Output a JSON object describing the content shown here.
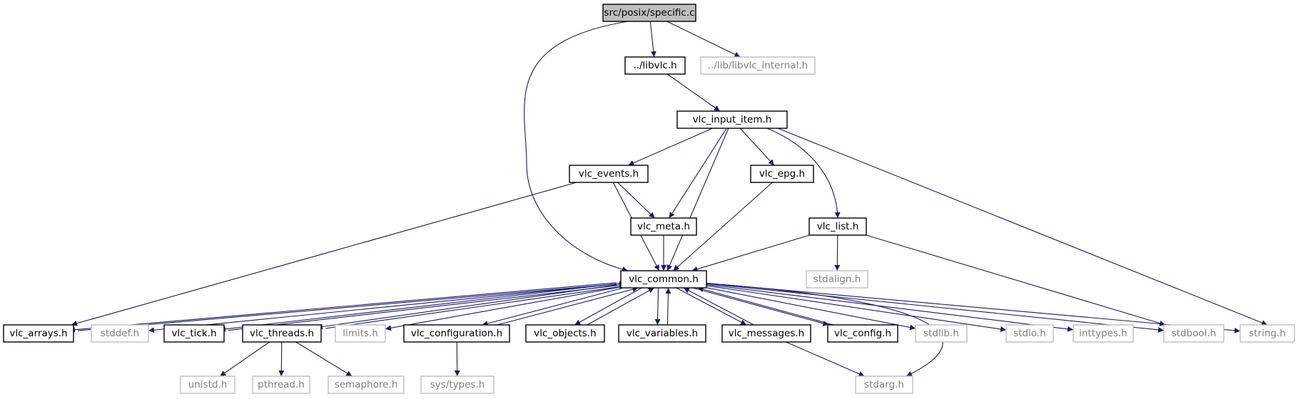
{
  "graph": {
    "nodes": [
      {
        "id": "specific",
        "label": "src/posix/specific.c",
        "style": "root"
      },
      {
        "id": "libvlc",
        "label": "../libvlc.h",
        "style": "normal"
      },
      {
        "id": "libvlc_internal",
        "label": "../lib/libvlc_internal.h",
        "style": "external"
      },
      {
        "id": "vlc_input_item",
        "label": "vlc_input_item.h",
        "style": "normal"
      },
      {
        "id": "vlc_events",
        "label": "vlc_events.h",
        "style": "normal"
      },
      {
        "id": "vlc_epg",
        "label": "vlc_epg.h",
        "style": "normal"
      },
      {
        "id": "vlc_meta",
        "label": "vlc_meta.h",
        "style": "normal"
      },
      {
        "id": "vlc_list",
        "label": "vlc_list.h",
        "style": "normal"
      },
      {
        "id": "stdalign",
        "label": "stdalign.h",
        "style": "external"
      },
      {
        "id": "vlc_common",
        "label": "vlc_common.h",
        "style": "normal"
      },
      {
        "id": "vlc_arrays",
        "label": "vlc_arrays.h",
        "style": "normal"
      },
      {
        "id": "stddef",
        "label": "stddef.h",
        "style": "external"
      },
      {
        "id": "vlc_tick",
        "label": "vlc_tick.h",
        "style": "normal"
      },
      {
        "id": "vlc_threads",
        "label": "vlc_threads.h",
        "style": "normal"
      },
      {
        "id": "limits",
        "label": "limits.h",
        "style": "external"
      },
      {
        "id": "vlc_configuration",
        "label": "vlc_configuration.h",
        "style": "normal"
      },
      {
        "id": "vlc_objects",
        "label": "vlc_objects.h",
        "style": "normal"
      },
      {
        "id": "vlc_variables",
        "label": "vlc_variables.h",
        "style": "normal"
      },
      {
        "id": "vlc_messages",
        "label": "vlc_messages.h",
        "style": "normal"
      },
      {
        "id": "vlc_config",
        "label": "vlc_config.h",
        "style": "normal"
      },
      {
        "id": "stdlib",
        "label": "stdlib.h",
        "style": "external"
      },
      {
        "id": "stdio",
        "label": "stdio.h",
        "style": "external"
      },
      {
        "id": "inttypes",
        "label": "inttypes.h",
        "style": "external"
      },
      {
        "id": "stdbool",
        "label": "stdbool.h",
        "style": "external"
      },
      {
        "id": "string",
        "label": "string.h",
        "style": "external"
      },
      {
        "id": "unistd",
        "label": "unistd.h",
        "style": "external"
      },
      {
        "id": "pthread",
        "label": "pthread.h",
        "style": "external"
      },
      {
        "id": "semaphore",
        "label": "semaphore.h",
        "style": "external"
      },
      {
        "id": "sys_types",
        "label": "sys/types.h",
        "style": "external"
      },
      {
        "id": "stdarg",
        "label": "stdarg.h",
        "style": "external"
      }
    ],
    "edges": [
      {
        "from": "specific",
        "to": "libvlc"
      },
      {
        "from": "specific",
        "to": "libvlc_internal"
      },
      {
        "from": "specific",
        "to": "vlc_common"
      },
      {
        "from": "libvlc",
        "to": "vlc_input_item"
      },
      {
        "from": "vlc_input_item",
        "to": "vlc_events"
      },
      {
        "from": "vlc_input_item",
        "to": "vlc_meta"
      },
      {
        "from": "vlc_input_item",
        "to": "vlc_common"
      },
      {
        "from": "vlc_input_item",
        "to": "vlc_epg"
      },
      {
        "from": "vlc_input_item",
        "to": "vlc_list"
      },
      {
        "from": "vlc_input_item",
        "to": "string"
      },
      {
        "from": "vlc_events",
        "to": "vlc_meta"
      },
      {
        "from": "vlc_events",
        "to": "vlc_common"
      },
      {
        "from": "vlc_events",
        "to": "vlc_arrays"
      },
      {
        "from": "vlc_epg",
        "to": "vlc_common"
      },
      {
        "from": "vlc_meta",
        "to": "vlc_common"
      },
      {
        "from": "vlc_list",
        "to": "vlc_common"
      },
      {
        "from": "vlc_list",
        "to": "stdalign"
      },
      {
        "from": "vlc_list",
        "to": "stdbool"
      },
      {
        "from": "vlc_common",
        "to": "vlc_arrays"
      },
      {
        "from": "vlc_common",
        "to": "stddef"
      },
      {
        "from": "vlc_common",
        "to": "vlc_tick"
      },
      {
        "from": "vlc_common",
        "to": "vlc_threads"
      },
      {
        "from": "vlc_common",
        "to": "limits"
      },
      {
        "from": "vlc_common",
        "to": "vlc_configuration"
      },
      {
        "from": "vlc_common",
        "to": "vlc_objects"
      },
      {
        "from": "vlc_common",
        "to": "vlc_variables"
      },
      {
        "from": "vlc_common",
        "to": "vlc_messages"
      },
      {
        "from": "vlc_common",
        "to": "vlc_config"
      },
      {
        "from": "vlc_common",
        "to": "stdlib"
      },
      {
        "from": "vlc_common",
        "to": "stdarg"
      },
      {
        "from": "vlc_common",
        "to": "stdio"
      },
      {
        "from": "vlc_common",
        "to": "inttypes"
      },
      {
        "from": "vlc_common",
        "to": "stdbool"
      },
      {
        "from": "vlc_common",
        "to": "string"
      },
      {
        "from": "vlc_arrays",
        "to": "vlc_common"
      },
      {
        "from": "vlc_tick",
        "to": "vlc_common"
      },
      {
        "from": "vlc_threads",
        "to": "vlc_common"
      },
      {
        "from": "vlc_configuration",
        "to": "vlc_common"
      },
      {
        "from": "vlc_objects",
        "to": "vlc_common"
      },
      {
        "from": "vlc_variables",
        "to": "vlc_common"
      },
      {
        "from": "vlc_messages",
        "to": "vlc_common"
      },
      {
        "from": "vlc_config",
        "to": "vlc_common"
      },
      {
        "from": "vlc_threads",
        "to": "unistd"
      },
      {
        "from": "vlc_threads",
        "to": "pthread"
      },
      {
        "from": "vlc_threads",
        "to": "semaphore"
      },
      {
        "from": "vlc_configuration",
        "to": "sys_types"
      },
      {
        "from": "vlc_messages",
        "to": "stdarg"
      }
    ],
    "colors": {
      "edge": "#191970",
      "node_border": "#000000",
      "external_border": "#bfbfbf",
      "external_text": "#7f7f7f",
      "root_fill": "#bfbfbf",
      "text": "#000000"
    }
  }
}
